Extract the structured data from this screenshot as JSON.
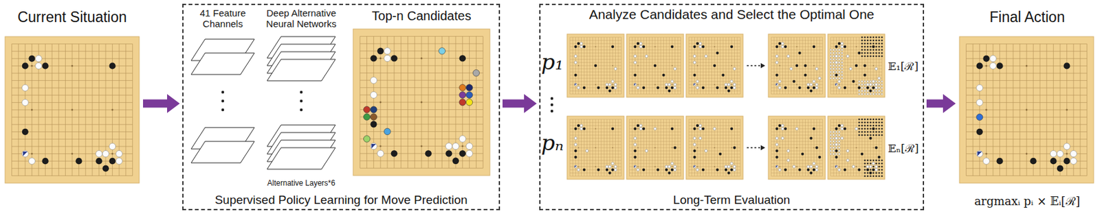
{
  "diagram": {
    "nodes": [
      {
        "text": [
          "Current Situation"
        ]
      },
      {
        "text": [
          "Supervised Policy Learning for Move Prediction"
        ]
      },
      {
        "text": [
          "41 Feature Channels"
        ],
        "in": 1
      },
      {
        "text": [
          "Deep Alternative Neural Networks",
          "Alternative Layers*6"
        ],
        "in": 1
      },
      {
        "text": [
          "Top-n Candidates"
        ],
        "in": 1
      },
      {
        "text": [
          "Analyze Candidates and Select the Optimal One",
          "Long-Term Evaluation"
        ]
      },
      {
        "text": [
          "Final Action",
          "argmaxᵢ pᵢ × 𝔼ᵢ[ℛ]"
        ]
      }
    ],
    "edges": [
      {
        "from": 0,
        "to": 1,
        "arrow": "to"
      },
      {
        "from": 1,
        "to": 5,
        "arrow": "to"
      },
      {
        "from": 5,
        "to": 6,
        "arrow": "to"
      }
    ],
    "labels": [
      "p₁",
      "pₙ",
      "𝔼₁[ℛ]",
      "𝔼ₙ[ℛ]"
    ]
  }
}
